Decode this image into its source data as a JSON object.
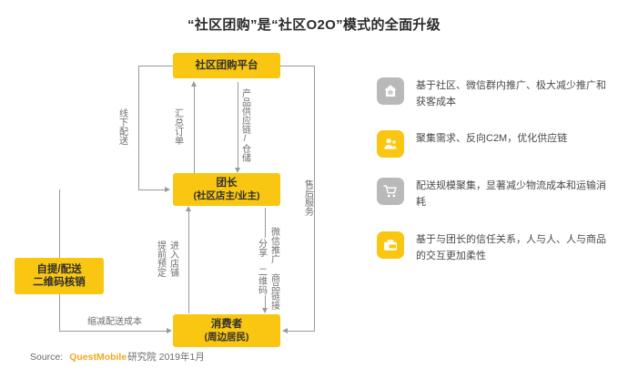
{
  "title": "“社区团购”是“社区O2O”模式的全面升级",
  "diagram": {
    "nodes": {
      "platform": {
        "main": "社区团购平台",
        "sub": ""
      },
      "leader": {
        "main": "团长",
        "sub": "(社区店主/业主)"
      },
      "consumer": {
        "main": "消费者",
        "sub": "(周边居民)"
      },
      "pickup": {
        "main": "自提/配送",
        "sub": "二维码核销"
      }
    },
    "edge_labels": {
      "offline_delivery": "线下配送",
      "aggregate_orders": "汇总订单",
      "supply_chain": "产品供应链/仓储",
      "after_sales": "售后服务",
      "enter_store": "进入店铺",
      "pre_order": "提前预定",
      "wechat_promo": "微信推广 商品链接",
      "share_qr": "分享 二维码",
      "reduce_cost": "缩减配送成本"
    }
  },
  "features": [
    {
      "icon": "house-dollar-icon",
      "color": "gray",
      "text": "基于社区、微信群内推广、极大减少推广和获客成本"
    },
    {
      "icon": "person-group-icon",
      "color": "yellow",
      "text": "聚集需求、反向C2M，优化供应链"
    },
    {
      "icon": "shopping-cart-icon",
      "color": "gray",
      "text": "配送规模聚集，显著减少物流成本和运输消耗"
    },
    {
      "icon": "briefcase-icon",
      "color": "yellow",
      "text": "基于与团长的信任关系，人与人、人与商品的交互更加柔性"
    }
  ],
  "footer": {
    "label": "Source:",
    "brand": "QuestMobile",
    "rest": "研究院 2019年1月"
  },
  "colors": {
    "accent": "#f9c712",
    "brand": "#f5a623",
    "line": "#9a9a9a",
    "icon_gray": "#b9b9b9"
  }
}
